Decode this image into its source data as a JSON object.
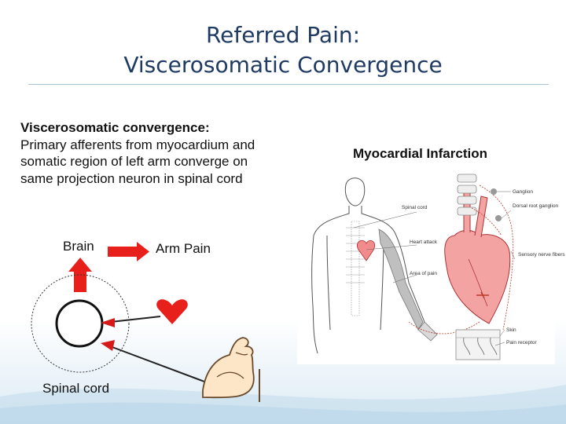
{
  "slide": {
    "title_line1": "Referred Pain:",
    "title_line2": "Viscerosomatic Convergence"
  },
  "body": {
    "heading": "Viscerosomatic convergence:",
    "text": "Primary afferents from myocardium and somatic region of left arm converge on same projection neuron in spinal cord"
  },
  "schematic": {
    "brain_label": "Brain",
    "arm_pain_label": "Arm Pain",
    "spinal_cord_label": "Spinal cord"
  },
  "illustration": {
    "caption": "Myocardial Infarction",
    "labels": {
      "spinal_cord": "Spinal cord",
      "heart_attack": "Heart attack",
      "area_of_pain": "Area of pain",
      "ganglion": "Ganglion",
      "dorsal_root_ganglion": "Dorsal root ganglion",
      "sensory_nerve_fibers": "Sensory nerve fibers",
      "skin": "Skin",
      "pain_receptor": "Pain receptor"
    }
  },
  "colors": {
    "title": "#1f3b63",
    "arrow_red": "#e8201c",
    "heart_pink": "#f28b8b",
    "vessel_red": "#c0392b"
  }
}
